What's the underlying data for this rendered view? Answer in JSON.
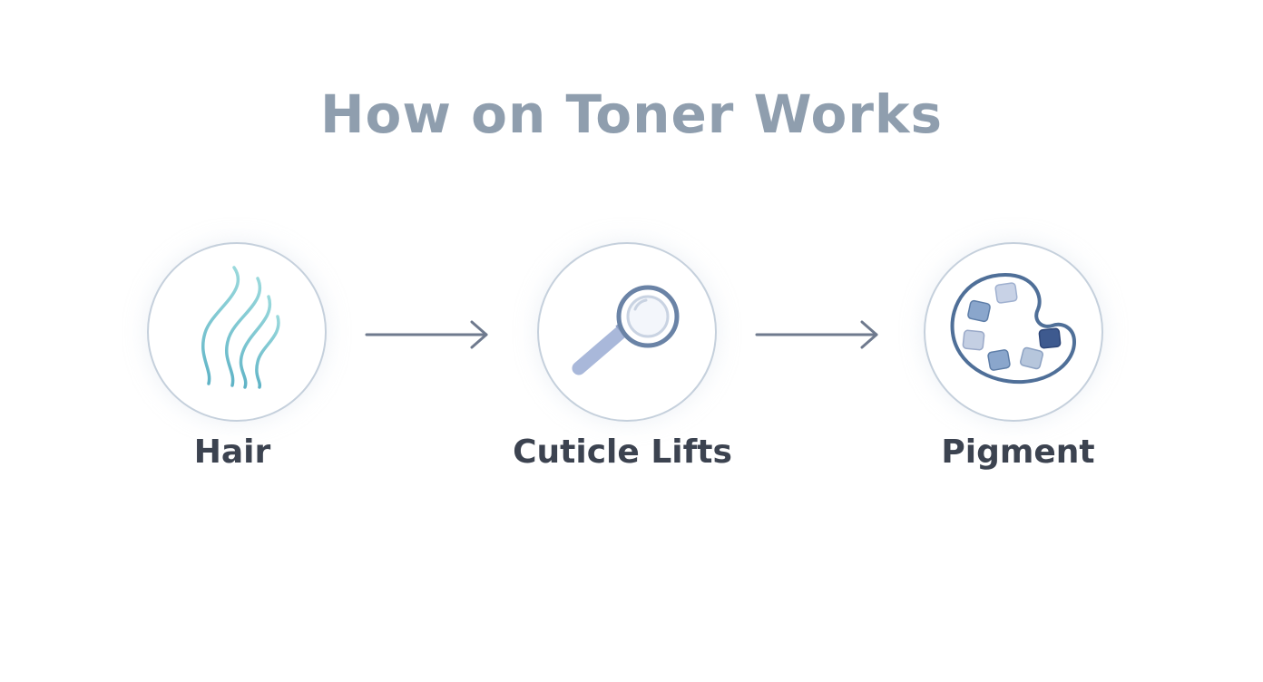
{
  "title": "How on Toner Works",
  "colors": {
    "title": "#8f9eae",
    "label": "#3c4350",
    "circle_border": "#c5d0dc",
    "arrow": "#6f7a8e",
    "hair_gradient_start": "#8fd6d8",
    "hair_gradient_end": "#62b6c7",
    "palette_outline": "#4f6f98",
    "magnifier_lens": "#6a83a6",
    "magnifier_handle": "#a7b6d8"
  },
  "steps": [
    {
      "label": "Hair",
      "icon": "hair-strands-icon"
    },
    {
      "label": "Cuticle Lifts",
      "icon": "magnifying-glass-icon"
    },
    {
      "label": "Pigment",
      "icon": "paint-palette-icon"
    }
  ]
}
